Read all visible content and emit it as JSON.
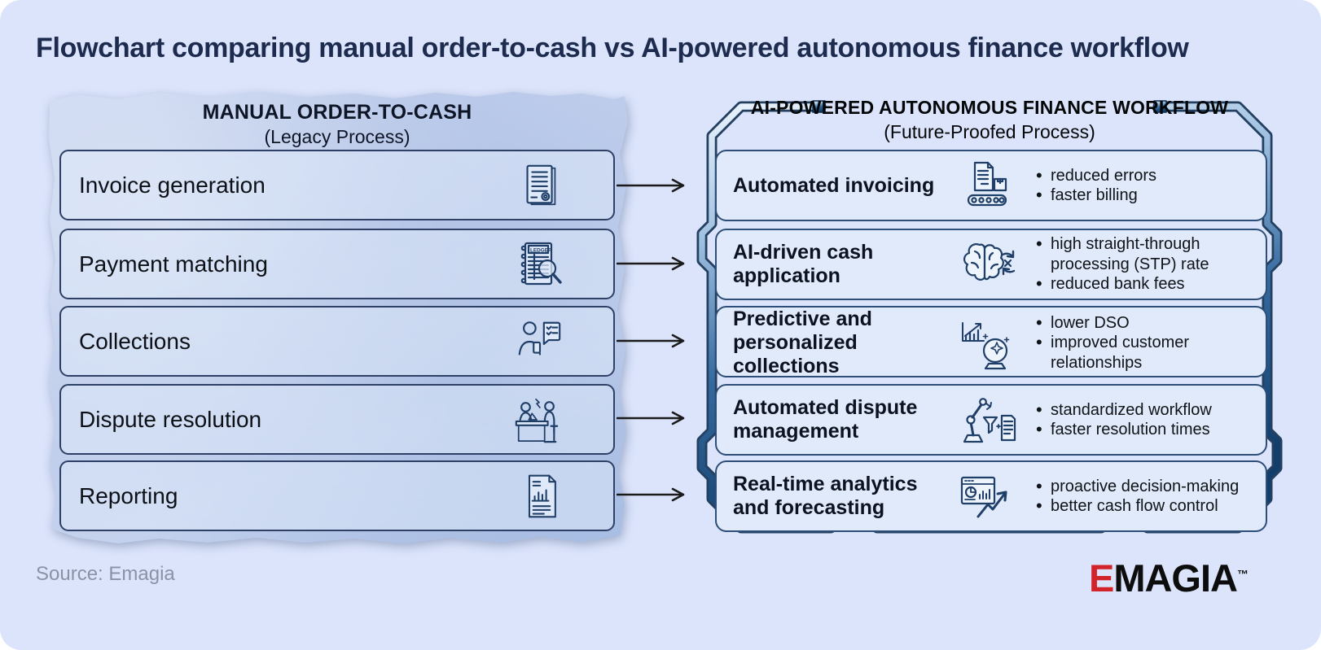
{
  "title": "Flowchart comparing manual order-to-cash vs AI-powered autonomous finance workflow",
  "source": "Source: Emagia",
  "logo": {
    "brand_first_letter": "E",
    "brand_rest": "MAGIA",
    "trademark": "™"
  },
  "colors": {
    "card_background": "#dbe4fb",
    "title_navy": "#1d2b4e",
    "paper_blue": "#bccbea",
    "row_border_navy": "#2e4065",
    "right_row_fill": "#e0eafa",
    "frame_metal_dark": "#16395f",
    "frame_metal_light": "#d9e8f8",
    "logo_red": "#d2232a"
  },
  "left_panel": {
    "title": "MANUAL ORDER-TO-CASH",
    "subtitle": "(Legacy Process)",
    "rows": [
      {
        "label": "Invoice generation",
        "icon": "invoice-documents-icon"
      },
      {
        "label": "Payment matching",
        "icon": "ledger-magnifier-icon"
      },
      {
        "label": "Collections",
        "icon": "collector-call-icon"
      },
      {
        "label": "Dispute resolution",
        "icon": "dispute-meeting-icon"
      },
      {
        "label": "Reporting",
        "icon": "report-document-icon"
      }
    ]
  },
  "right_panel": {
    "title": "AI-POWERED AUTONOMOUS FINANCE WORKFLOW",
    "subtitle": "(Future-Proofed Process)",
    "rows": [
      {
        "label": "Automated invoicing",
        "icon": "conveyor-invoice-icon",
        "benefits": [
          "reduced errors",
          "faster billing"
        ]
      },
      {
        "label": "AI-driven cash application",
        "icon": "ai-brain-sync-icon",
        "benefits": [
          "high straight-through processing (STP) rate",
          "reduced bank fees"
        ]
      },
      {
        "label": "Predictive and personalized collections",
        "icon": "crystal-ball-forecast-icon",
        "benefits": [
          "lower DSO",
          "improved customer relationships"
        ]
      },
      {
        "label": "Automated dispute management",
        "icon": "robot-arm-funnel-icon",
        "benefits": [
          "standardized workflow",
          "faster resolution times"
        ]
      },
      {
        "label": "Real-time analytics and forecasting",
        "icon": "analytics-dashboard-arrow-icon",
        "benefits": [
          "proactive decision-making",
          "better cash flow control"
        ]
      }
    ]
  }
}
